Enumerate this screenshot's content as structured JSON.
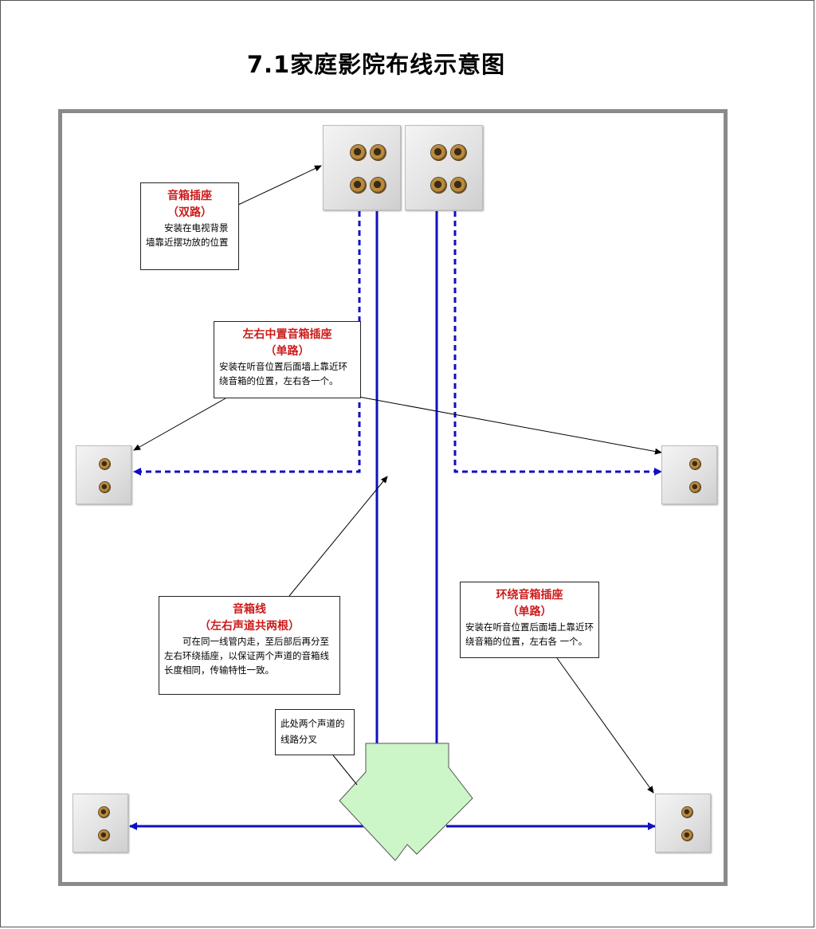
{
  "title": "7.1家庭影院布线示意图",
  "callouts": {
    "speaker_socket": {
      "title_line1": "音箱插座",
      "title_line2": "（双路）",
      "body": "安装在电视背景墙靠近摆功放的位置"
    },
    "front_socket": {
      "title_line1": "左右中置音箱插座",
      "title_line2": "（单路）",
      "body": "安装在听音位置后面墙上靠近环绕音箱的位置，左右各一个。"
    },
    "speaker_wire": {
      "title_line1": "音箱线",
      "title_line2": "（左右声道共两根）",
      "body": "可在同一线管内走，至后部后再分至左右环绕插座，以保证两个声道的音箱线长度相同，传输特性一致。"
    },
    "surround_socket": {
      "title_line1": "环绕音箱插座",
      "title_line2": "（单路）",
      "body": "安装在听音位置后面墙上靠近环绕音箱的位置，左右各 一个。"
    },
    "split_point": {
      "body": "此处两个声道的线路分叉"
    }
  },
  "colors": {
    "wire": "#1010c0",
    "callout_title": "#cc1b1b",
    "junction_fill": "#ccf5c8",
    "room_border": "#8a8a8a"
  },
  "icons": {
    "socket_plate": "speaker-binding-post-plate",
    "junction": "wire-split-junction"
  }
}
